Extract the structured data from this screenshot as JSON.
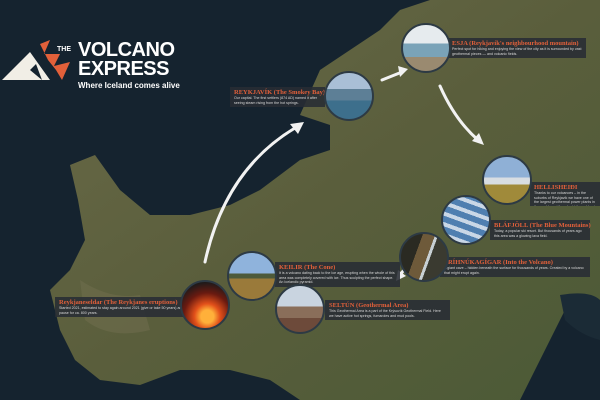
{
  "logo": {
    "the": "THE",
    "line1": "VOLCANO",
    "line2": "EXPRESS",
    "tagline": "Where Iceland comes alive"
  },
  "stops": [
    {
      "id": "reykjavik",
      "title": "REYKJAVÍK (The Smokey Bay)",
      "desc": "Our capital. The first settlers (874 AD) named it after seeing steam rising from the hot springs."
    },
    {
      "id": "esja",
      "title": "ESJA (Reykjavík's neighbourhood mountain)",
      "desc": "Perfect spot for hiking and enjoying the view of the city as it is surrounded by vast geothermal pieces — and volcanic fields."
    },
    {
      "id": "hellisheidi",
      "title": "HELLISHEIÐI",
      "desc": "Thanks to our volcanoes – in the suburbs of Reykjavík we have one of the largest geothermal power plants in the world providing electricity and heat to the city. By harnessing the raw energy rooted below."
    },
    {
      "id": "blafjoll",
      "title": "BLÁFJÖLL (The Blue Mountains)",
      "desc": "Today, a popular ski resort. But thousands of years ago this area was a glowing lava field."
    },
    {
      "id": "thrihnukagigar",
      "title": "ÞRÍHNÚKAGÍGAR (Into the Volcano)",
      "desc": "A giant cave – hidden beneath the surface for thousands of years. Created by a volcano that might erupt again."
    },
    {
      "id": "keilir",
      "title": "KEILIR (The Cone)",
      "desc": "It is a volcano dating back to the Ice age, erupting when the whole of this area was completely covered with ice. Thus sculpting the perfect shape. An Icelandic pyramid."
    },
    {
      "id": "seltun",
      "title": "SELTÚN (Geothermal Area)",
      "desc": "This Geothermal Area is a part of the Krýsuvík Geothermal Field. Here we have active hot springs, fumaroles and mud pools."
    },
    {
      "id": "reykjaneseldar",
      "title": "Reykjaneseldar (The Reykjanes eruptions)",
      "desc": "Started 2021, estimated to stay again around 2021 (give or take 50 years) and pause for ca. 800 years."
    }
  ],
  "colors": {
    "background": "#15232f",
    "accent": "#e2603a",
    "land": "#5b5f3e"
  }
}
